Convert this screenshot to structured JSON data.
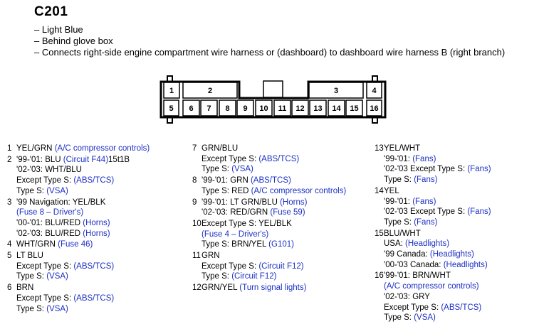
{
  "title": "C201",
  "bullets": [
    "– Light Blue",
    "– Behind glove box",
    "– Connects right-side engine compartment wire harness or (dashboard) to dashboard wire harness B (right branch)"
  ],
  "connector": {
    "top_pins": [
      "1",
      "2",
      "3",
      "4"
    ],
    "bottom_pins": [
      "5",
      "6",
      "7",
      "8",
      "9",
      "10",
      "11",
      "12",
      "13",
      "14",
      "15",
      "16"
    ]
  },
  "columns": [
    [
      {
        "num": "1",
        "lines": [
          [
            {
              "t": "YEL/GRN "
            },
            {
              "t": "(A/C compressor controls)",
              "link": true
            }
          ]
        ]
      },
      {
        "num": "2",
        "lines": [
          [
            {
              "t": "'99-'01: BLU "
            },
            {
              "t": "(Circuit F44)",
              "link": true
            },
            {
              "t": "15t1B"
            }
          ],
          [
            {
              "t": "'02-'03: WHT/BLU"
            }
          ],
          [
            {
              "t": "Except Type S: "
            },
            {
              "t": "(ABS/TCS)",
              "link": true
            }
          ],
          [
            {
              "t": "Type S: "
            },
            {
              "t": "(VSA)",
              "link": true
            }
          ]
        ]
      },
      {
        "num": "3",
        "lines": [
          [
            {
              "t": "'99 Navigation: YEL/BLK"
            }
          ],
          [
            {
              "t": "(Fuse 8 – Driver's)",
              "link": true
            }
          ],
          [
            {
              "t": "'00-'01: BLU/RED "
            },
            {
              "t": "(Horns)",
              "link": true
            }
          ],
          [
            {
              "t": "'02-'03: BLU/RED "
            },
            {
              "t": "(Horns)",
              "link": true
            }
          ]
        ]
      },
      {
        "num": "4",
        "lines": [
          [
            {
              "t": "WHT/GRN "
            },
            {
              "t": "(Fuse 46)",
              "link": true
            }
          ]
        ]
      },
      {
        "num": "5",
        "lines": [
          [
            {
              "t": "LT BLU"
            }
          ],
          [
            {
              "t": "Except Type S: "
            },
            {
              "t": "(ABS/TCS)",
              "link": true
            }
          ],
          [
            {
              "t": "Type S: "
            },
            {
              "t": "(VSA)",
              "link": true
            }
          ]
        ]
      },
      {
        "num": "6",
        "lines": [
          [
            {
              "t": "BRN"
            }
          ],
          [
            {
              "t": "Except Type S: "
            },
            {
              "t": "(ABS/TCS)",
              "link": true
            }
          ],
          [
            {
              "t": "Type S: "
            },
            {
              "t": "(VSA)",
              "link": true
            }
          ]
        ]
      }
    ],
    [
      {
        "num": "7",
        "lines": [
          [
            {
              "t": "GRN/BLU"
            }
          ],
          [
            {
              "t": "Except Type S: "
            },
            {
              "t": "(ABS/TCS)",
              "link": true
            }
          ],
          [
            {
              "t": "Type S: "
            },
            {
              "t": "(VSA)",
              "link": true
            }
          ]
        ]
      },
      {
        "num": "8",
        "lines": [
          [
            {
              "t": "'99-'01: GRN "
            },
            {
              "t": "(ABS/TCS)",
              "link": true
            }
          ],
          [
            {
              "t": "Type S: RED "
            },
            {
              "t": "(A/C compressor controls)",
              "link": true
            }
          ]
        ]
      },
      {
        "num": "9",
        "lines": [
          [
            {
              "t": "'99-'01: LT GRN/BLU "
            },
            {
              "t": "(Horns)",
              "link": true
            }
          ],
          [
            {
              "t": "'02-'03: RED/GRN "
            },
            {
              "t": "(Fuse 59)",
              "link": true
            }
          ]
        ]
      },
      {
        "num": "10",
        "lines": [
          [
            {
              "t": "Except Type S: YEL/BLK"
            }
          ],
          [
            {
              "t": "(Fuse 4 – Driver's)",
              "link": true
            }
          ],
          [
            {
              "t": "Type S: BRN/YEL "
            },
            {
              "t": "(G101)",
              "link": true
            }
          ]
        ]
      },
      {
        "num": "11",
        "lines": [
          [
            {
              "t": "GRN"
            }
          ],
          [
            {
              "t": "Except Type S: "
            },
            {
              "t": "(Circuit F12)",
              "link": true
            }
          ],
          [
            {
              "t": "Type S: "
            },
            {
              "t": "(Circuit F12)",
              "link": true
            }
          ]
        ]
      },
      {
        "num": "12",
        "lines": [
          [
            {
              "t": "GRN/YEL "
            },
            {
              "t": "(Turn signal lights)",
              "link": true
            }
          ]
        ]
      }
    ],
    [
      {
        "num": "13",
        "lines": [
          [
            {
              "t": "YEL/WHT"
            }
          ],
          [
            {
              "t": "'99-'01: "
            },
            {
              "t": "(Fans)",
              "link": true
            }
          ],
          [
            {
              "t": "'02-'03 Except Type S: "
            },
            {
              "t": "(Fans)",
              "link": true
            }
          ],
          [
            {
              "t": "Type S: "
            },
            {
              "t": "(Fans)",
              "link": true
            }
          ]
        ]
      },
      {
        "num": "14",
        "lines": [
          [
            {
              "t": "YEL"
            }
          ],
          [
            {
              "t": "'99-'01: "
            },
            {
              "t": "(Fans)",
              "link": true
            }
          ],
          [
            {
              "t": "'02-'03 Except Type S: "
            },
            {
              "t": "(Fans)",
              "link": true
            }
          ],
          [
            {
              "t": "Type S: "
            },
            {
              "t": "(Fans)",
              "link": true
            }
          ]
        ]
      },
      {
        "num": "15",
        "lines": [
          [
            {
              "t": "BLU/WHT"
            }
          ],
          [
            {
              "t": "USA: "
            },
            {
              "t": "(Headlights)",
              "link": true
            }
          ],
          [
            {
              "t": "'99 Canada: "
            },
            {
              "t": "(Headlights)",
              "link": true
            }
          ],
          [
            {
              "t": "'00-'03 Canada: "
            },
            {
              "t": "(Headlights)",
              "link": true
            }
          ]
        ]
      },
      {
        "num": "16",
        "lines": [
          [
            {
              "t": "'99-'01: BRN/WHT"
            }
          ],
          [
            {
              "t": "(A/C compressor controls)",
              "link": true
            }
          ],
          [
            {
              "t": "'02-'03: GRY"
            }
          ],
          [
            {
              "t": "Except Type S: "
            },
            {
              "t": "(ABS/TCS)",
              "link": true
            }
          ],
          [
            {
              "t": "Type S: "
            },
            {
              "t": "(VSA)",
              "link": true
            }
          ]
        ]
      }
    ]
  ]
}
